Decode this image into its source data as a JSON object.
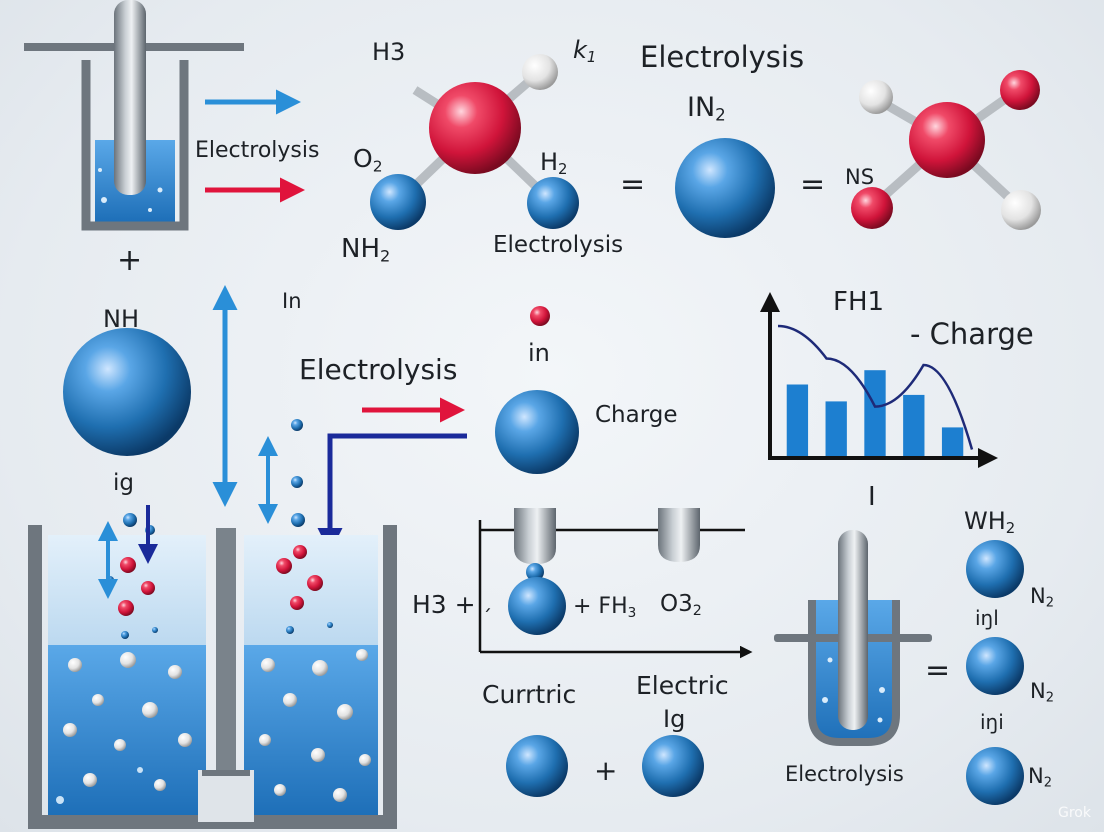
{
  "labels": {
    "h3_top": "H3",
    "k1_top": "k",
    "k1_sub": "1",
    "electrolysis_top_right": "Electrolysis",
    "in2_main": "IN",
    "in2_sub": "2",
    "electrolysis_left": "Electrolysis",
    "o2_main": "O",
    "o2_sub": "2",
    "h2_main": "H",
    "h2_sub": "2",
    "nh2_main": "NH",
    "nh2_sub": "2",
    "electrolysis_mid_top": "Electrolysis",
    "ns": "NS",
    "plus_left": "+",
    "nh": "NH",
    "in_small": "In",
    "ig_left": "ig",
    "electrolysis_mid": "Electrolysis",
    "in_lower": "in",
    "charge_mid": "Charge",
    "fh1_main": "FH",
    "fh1_sub": "1",
    "charge_chart": "- Charge",
    "i_mark": "I",
    "h3_plus": "H3 +",
    "tick": "ˏ",
    "fh3_main": "+ FH",
    "fh3_sub": "3",
    "o32_main": "O3",
    "o32_sub": "2",
    "currtric": "Currtric",
    "electric": "Electric",
    "ig_bottom": "Ig",
    "plus_bottom": "+",
    "electrolysis_bottom": "Electrolysis",
    "wh2_main": "WH",
    "wh2_sub": "2",
    "n2_1_main": "N",
    "n2_1_sub": "2",
    "inl_1": "iŋl",
    "n2_2_main": "N",
    "n2_2_sub": "2",
    "inl_2": "iŋi",
    "n2_3_main": "N",
    "n2_3_sub": "2",
    "eq_1": "=",
    "eq_2": "=",
    "eq_3": "=",
    "watermark": "Grok"
  },
  "colors": {
    "blue_atom": "#1f6fb0",
    "red_atom": "#d0143a",
    "white_atom": "#e8e8e8",
    "arrow_blue": "#2a8fd8",
    "arrow_red": "#e0143c",
    "arrow_navy": "#1a2a9a",
    "bar_blue": "#1d7fd0",
    "steel": "#7c858e"
  },
  "chart_data": {
    "type": "bar",
    "categories": [
      "",
      "",
      "",
      "",
      ""
    ],
    "values": [
      0.55,
      0.42,
      0.66,
      0.47,
      0.22
    ],
    "line_values": [
      1.0,
      0.75,
      0.38,
      0.7,
      0.05
    ],
    "ylim": [
      0,
      1.2
    ],
    "grid": false,
    "legend": "none",
    "title": "FH1",
    "annotation": "- Charge"
  }
}
